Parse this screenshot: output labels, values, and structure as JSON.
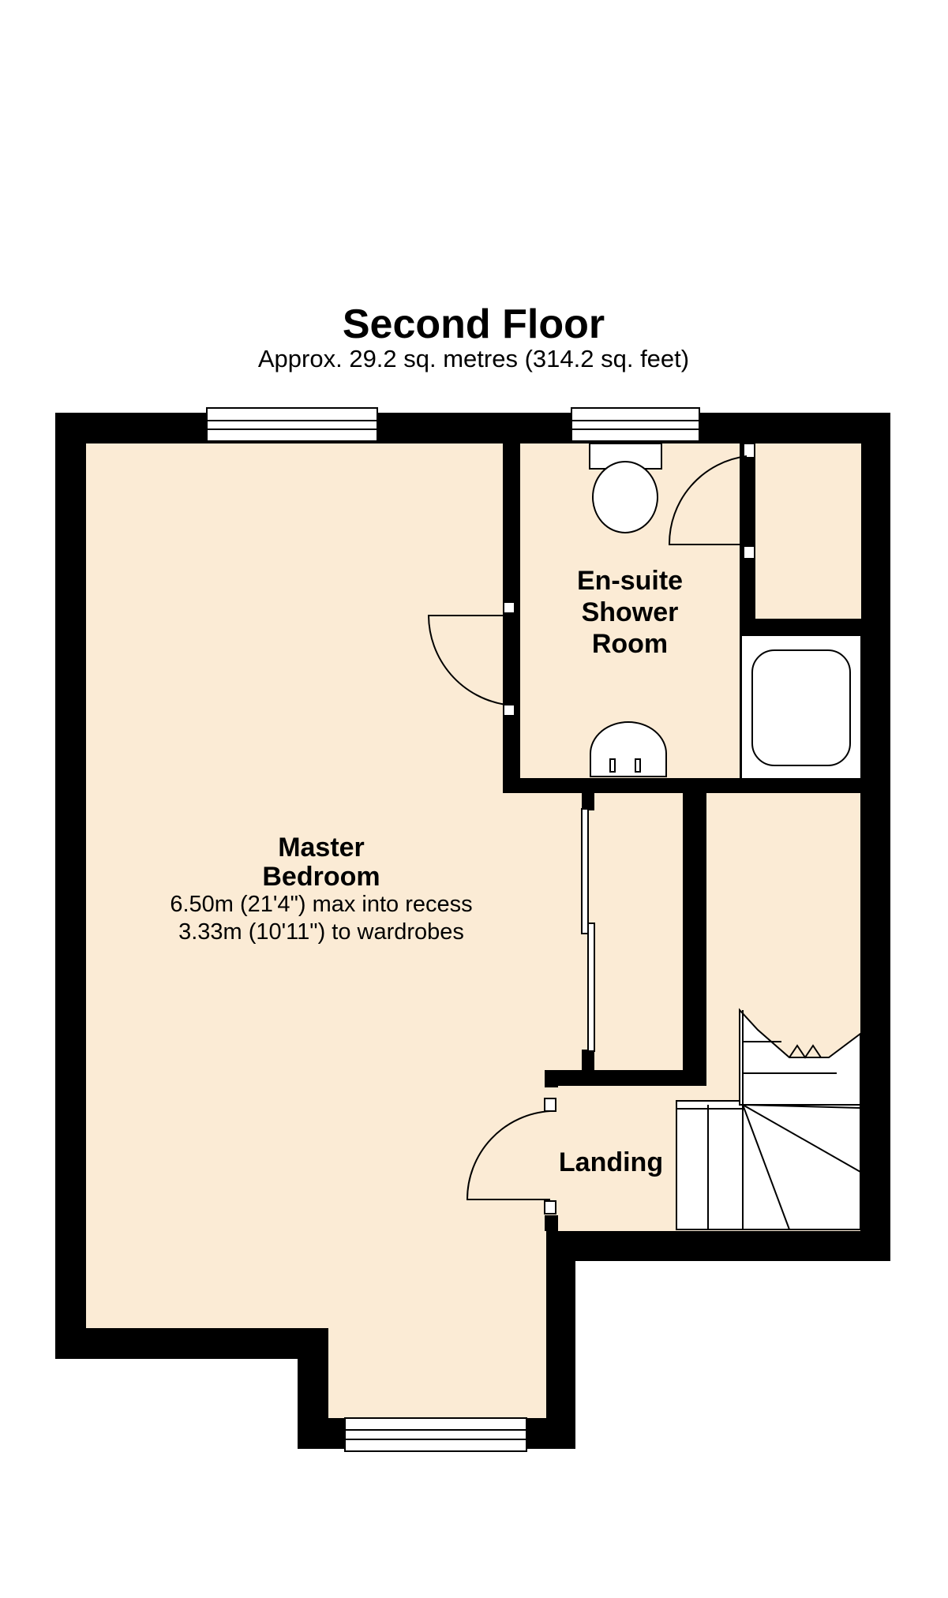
{
  "floor": {
    "title": "Second Floor",
    "area_text": "Approx.  29.2 sq. metres (314.2 sq. feet)"
  },
  "rooms": {
    "master_bedroom": {
      "name_line1": "Master",
      "name_line2": "Bedroom",
      "dim1": "6.50m (21'4\") max into recess",
      "dim2": "3.33m (10'11\") to wardrobes"
    },
    "ensuite": {
      "name_line1": "En-suite",
      "name_line2": "Shower",
      "name_line3": "Room"
    },
    "landing": {
      "name": "Landing"
    }
  },
  "colors": {
    "wall": "#000000",
    "floor_fill": "#fbebd5",
    "fixture_fill": "#ffffff",
    "background": "#ffffff"
  }
}
